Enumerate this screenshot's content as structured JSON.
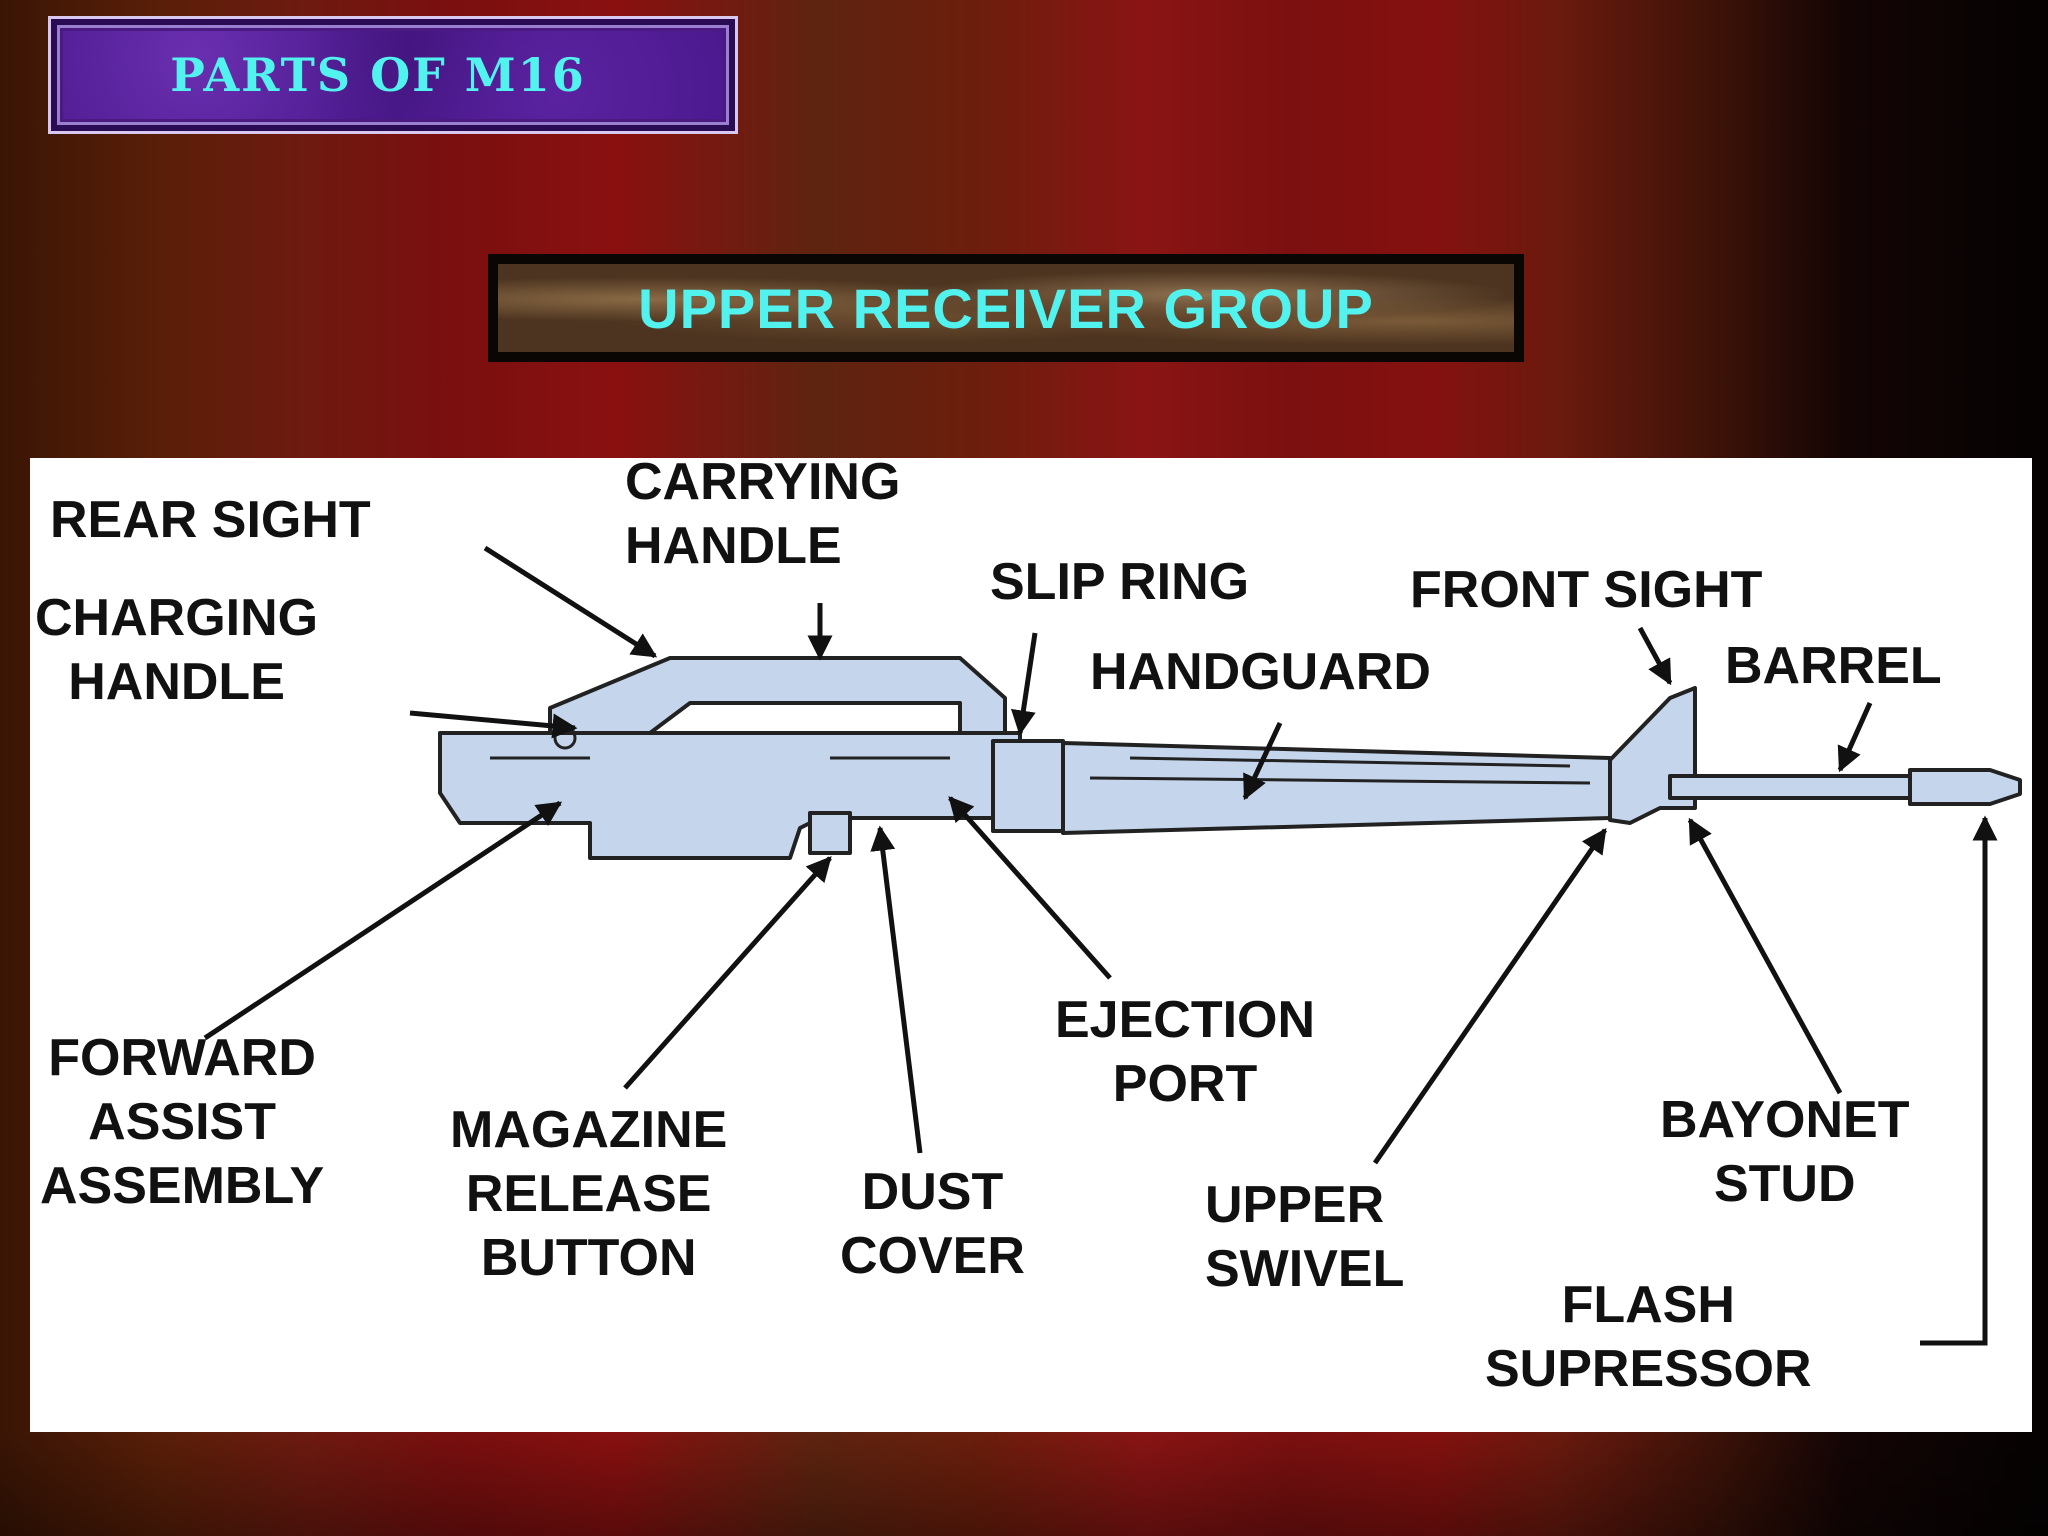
{
  "slide": {
    "title": "PARTS OF M16",
    "subtitle": "UPPER RECEIVER GROUP"
  },
  "labels": {
    "rear_sight": [
      "REAR SIGHT"
    ],
    "carrying_handle": [
      "CARRYING",
      "HANDLE"
    ],
    "charging_handle": [
      "CHARGING",
      "HANDLE"
    ],
    "slip_ring": [
      "SLIP RING"
    ],
    "front_sight": [
      "FRONT SIGHT"
    ],
    "handguard": [
      "HANDGUARD"
    ],
    "barrel": [
      "BARREL"
    ],
    "forward_assist": [
      "FORWARD",
      "ASSIST",
      "ASSEMBLY"
    ],
    "magazine_release": [
      "MAGAZINE",
      "RELEASE",
      "BUTTON"
    ],
    "dust_cover": [
      "DUST",
      "COVER"
    ],
    "ejection_port": [
      "EJECTION",
      "PORT"
    ],
    "upper_swivel": [
      "UPPER",
      "SWIVEL"
    ],
    "bayonet_stud": [
      "BAYONET",
      "STUD"
    ],
    "flash_suppressor": [
      "FLASH",
      "SUPRESSOR"
    ]
  },
  "colors": {
    "title_text": "#52f2ee",
    "rifle_fill": "#c5d6ec",
    "label_text": "#111111"
  }
}
